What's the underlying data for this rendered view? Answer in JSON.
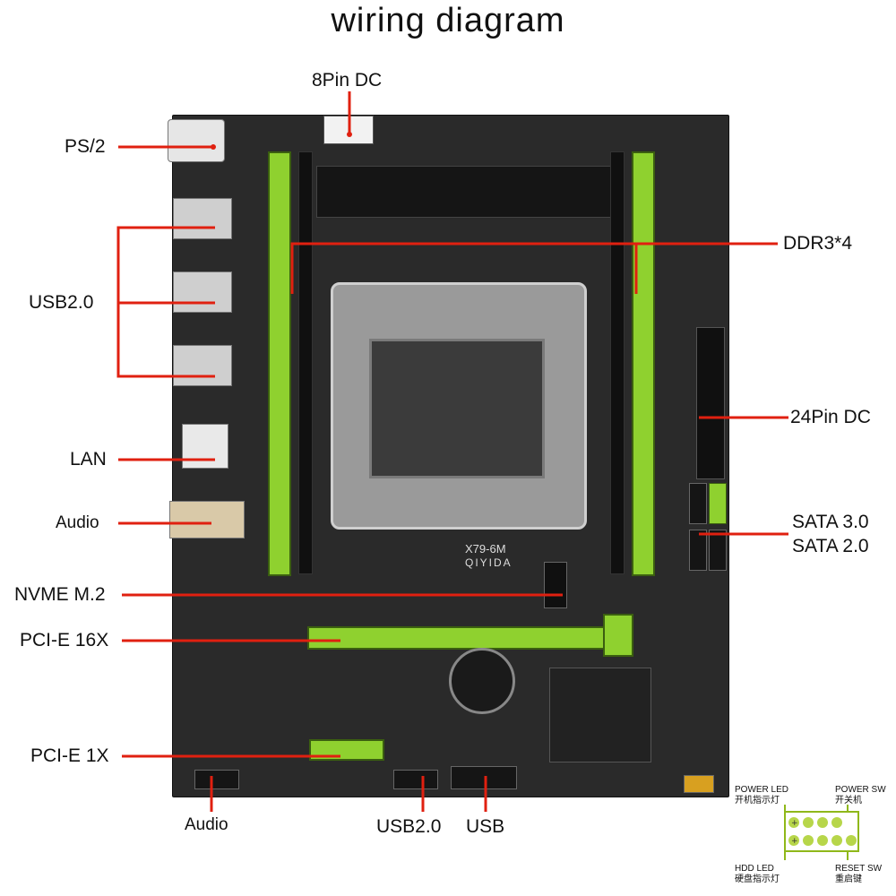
{
  "title": "wiring diagram",
  "board": {
    "model_text": "X79-6M",
    "brand_text": "QIYIDA"
  },
  "labels": {
    "pin8_dc": "8Pin DC",
    "ps2": "PS/2",
    "ddr3": "DDR3*4",
    "usb20_left": "USB2.0",
    "pin24_dc": "24Pin DC",
    "lan": "LAN",
    "audio_left": "Audio",
    "sata3": "SATA 3.0",
    "sata2": "SATA 2.0",
    "nvme": "NVME M.2",
    "pcie16": "PCI-E 16X",
    "pcie1": "PCI-E 1X",
    "audio_bottom": "Audio",
    "usb20_bottom": "USB2.0",
    "usb_bottom": "USB"
  },
  "front_panel": {
    "power_led": "POWER LED",
    "power_led_cn": "开机指示灯",
    "power_sw": "POWER SW",
    "power_sw_cn": "开关机",
    "hdd_led": "HDD LED",
    "hdd_led_cn": "硬盘指示灯",
    "reset_sw": "RESET SW",
    "reset_sw_cn": "重启键"
  },
  "colors": {
    "pointer": "#e02010",
    "ram_green": "#8fd12f",
    "board": "#2a2a2a"
  }
}
